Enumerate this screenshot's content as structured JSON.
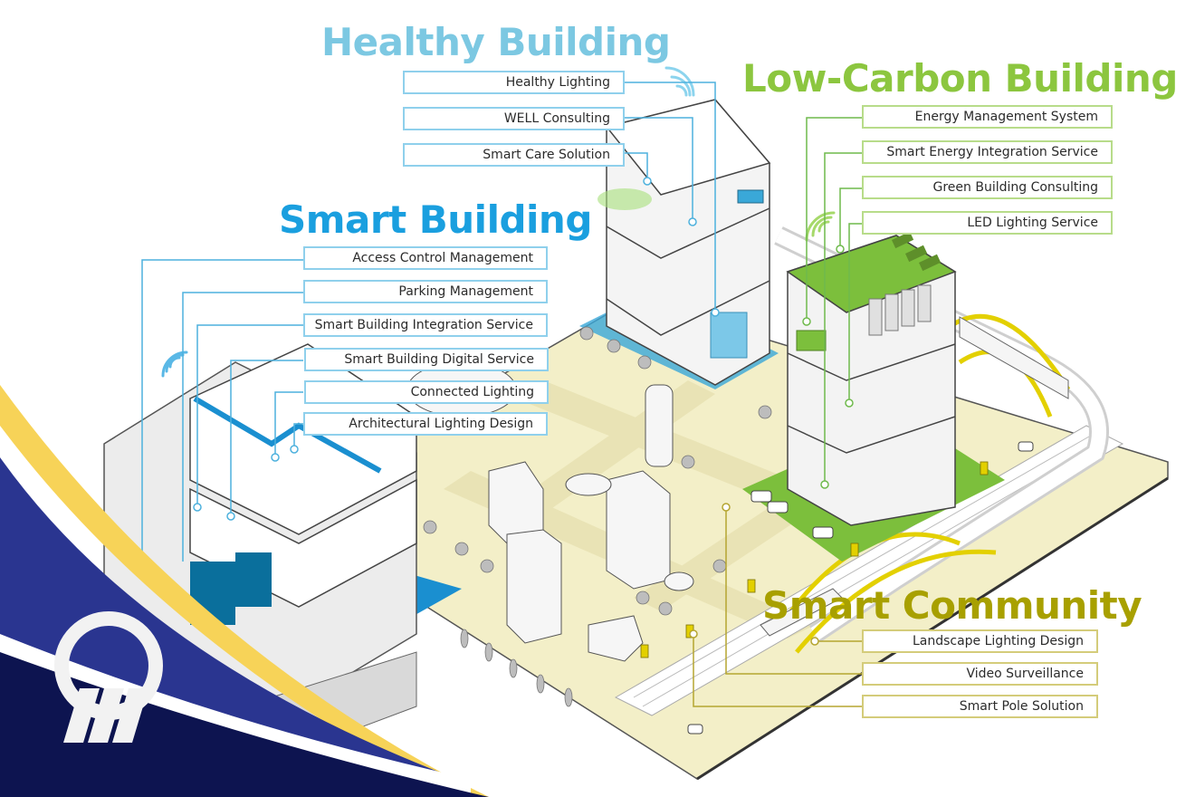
{
  "sections": {
    "healthy": {
      "title": "Healthy Building",
      "color": "#7cc8e2",
      "items": [
        "Healthy Lighting",
        "WELL Consulting",
        "Smart Care Solution"
      ]
    },
    "smart": {
      "title": "Smart Building",
      "color": "#1a9fdf",
      "items": [
        "Access Control Management",
        "Parking Management",
        "Smart Building Integration Service",
        "Smart Building Digital Service",
        "Connected Lighting",
        "Architectural Lighting Design"
      ]
    },
    "lowcarbon": {
      "title": "Low-Carbon Building",
      "color": "#8cc63f",
      "items": [
        "Energy Management System",
        "Smart Energy Integration Service",
        "Green Building Consulting",
        "LED Lighting Service"
      ]
    },
    "community": {
      "title": "Smart Community",
      "color": "#a8a000",
      "items": [
        "Landscape Lighting Design",
        "Video Surveillance",
        "Smart Pole Solution"
      ]
    }
  },
  "colors": {
    "ground": "#f3efc8",
    "road": "#e8e2b0",
    "water_blue": "#1a8fd0",
    "lawn_green": "#7cbf3c",
    "bridge_yellow": "#e3d000",
    "logo_navy": "#0d1450",
    "logo_blue": "#2a3590",
    "logo_yellow": "#f7d358"
  }
}
